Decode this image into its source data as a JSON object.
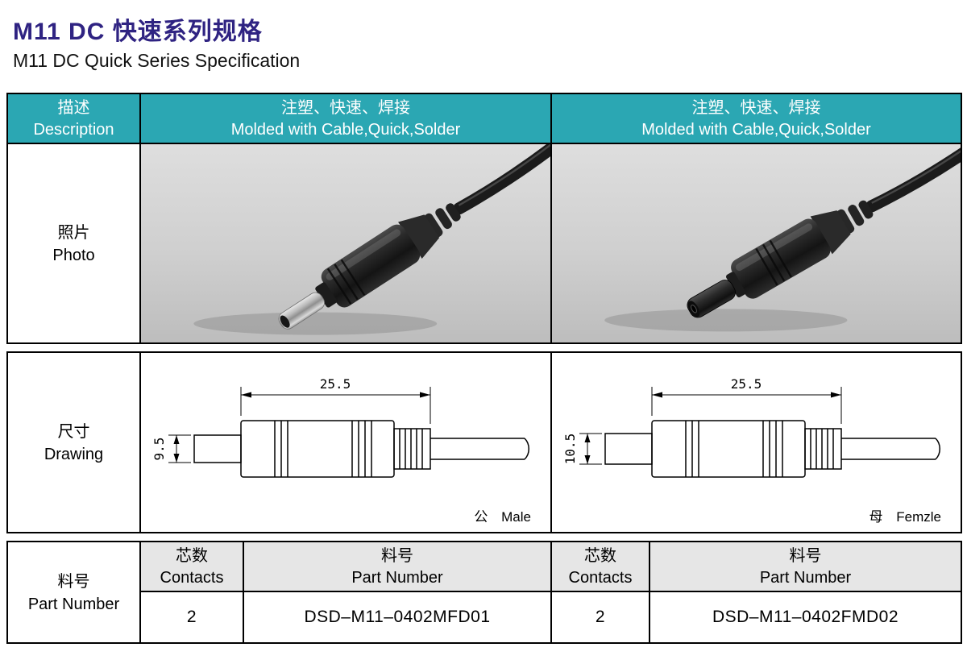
{
  "page": {
    "title_zh": "M11 DC 快速系列规格",
    "title_en": "M11 DC Quick Series Specification"
  },
  "colors": {
    "title": "#2F2382",
    "header_teal": "#2BA7B3",
    "subheader_gray": "#E6E6E6"
  },
  "header_row": {
    "label_zh": "描述",
    "label_en": "Description",
    "col1_zh": "注塑、快速、焊接",
    "col1_en": "Molded with Cable,Quick,Solder",
    "col2_zh": "注塑、快速、焊接",
    "col2_en": "Molded with Cable,Quick,Solder"
  },
  "photo_row": {
    "label_zh": "照片",
    "label_en": "Photo"
  },
  "drawing_row": {
    "label_zh": "尺寸",
    "label_en": "Drawing",
    "male": {
      "length_dim": "25.5",
      "diameter_dim": "9.5",
      "caption_zh": "公",
      "caption_en": "Male"
    },
    "female": {
      "length_dim": "25.5",
      "diameter_dim": "10.5",
      "caption_zh": "母",
      "caption_en": "Femzle"
    }
  },
  "part_row": {
    "label_zh": "料号",
    "label_en": "Part Number",
    "contacts_header_zh": "芯数",
    "contacts_header_en": "Contacts",
    "pn_header_zh": "料号",
    "pn_header_en": "Part Number",
    "male": {
      "contacts": "2",
      "part_number": "DSD–M11–0402MFD01"
    },
    "female": {
      "contacts": "2",
      "part_number": "DSD–M11–0402FMD02"
    }
  }
}
